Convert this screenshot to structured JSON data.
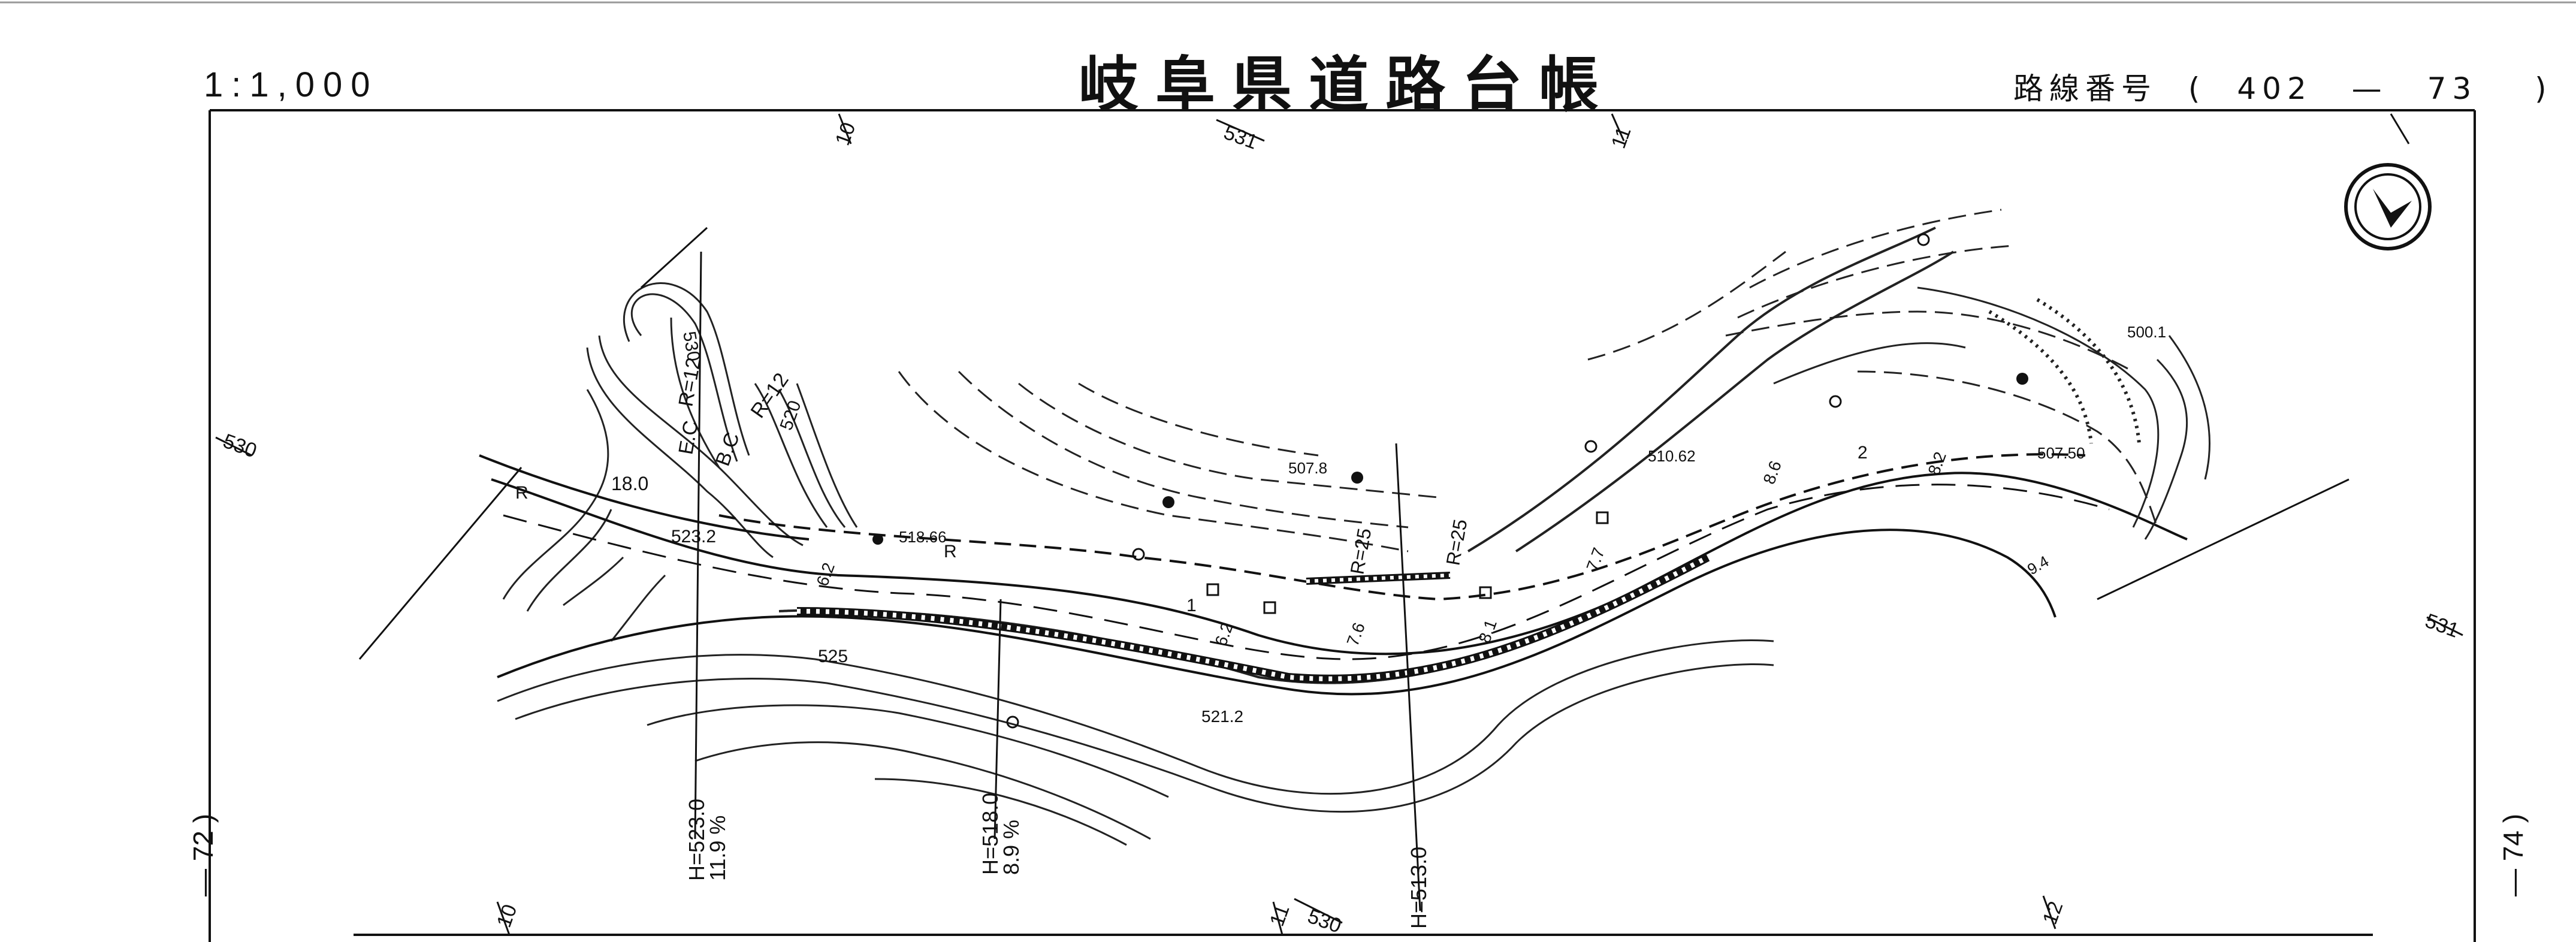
{
  "header": {
    "scale": "1:1,000",
    "title": "岐阜県道路台帳",
    "route_label": "路線番号",
    "route_open": "(",
    "route_number": "402",
    "route_dash": "—",
    "route_section": "73",
    "route_close": ")"
  },
  "sheet_neighbors": {
    "left": "— 72 )",
    "right": "— 74 )"
  },
  "map_labels": {
    "contour_530": "530",
    "contour_525": "525",
    "contour_520": "520",
    "ec": "E.C",
    "r12a": "R=12",
    "bc": "B.C",
    "r12b": "R=12",
    "r_left": "R",
    "r_mid": "R",
    "width_18": "18.0",
    "elev_5232": "523.2",
    "elev_51866": "518.66",
    "elev_5078": "507.8",
    "r25a": "R=25",
    "r25b": "R=25",
    "elev_51062": "510.62",
    "elev_5001": "500.1",
    "elev_50750": "507.50",
    "elev_5212": "521.2",
    "grid_531_top": "531",
    "grid_10_top": "10",
    "grid_11_top": "11",
    "grid_530_left": "530",
    "grid_531_right": "531",
    "grid_10_bot": "10",
    "grid_11_bot": "11",
    "grid_530_bot": "530",
    "grid_12_bot": "12",
    "h1": "H=523.0",
    "g1": "11.9 %",
    "h2": "H=518.0",
    "g2": "8.9 %",
    "h3": "H=513.0",
    "w1": "1",
    "w2": "2",
    "w62": "6.2",
    "w76": "7.6",
    "w81": "8.1",
    "w77": "7.7",
    "w86": "8.6",
    "w94": "9.4",
    "w82": "8.2"
  },
  "north_arrow": "north-arrow-icon"
}
